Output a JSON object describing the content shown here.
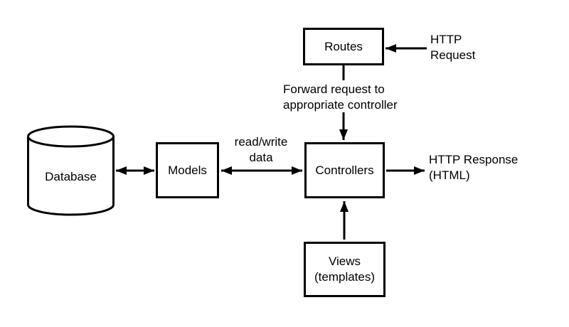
{
  "nodes": {
    "routes": {
      "label": "Routes"
    },
    "models": {
      "label": "Models"
    },
    "controllers": {
      "label": "Controllers"
    },
    "views": {
      "line1": "Views",
      "line2": "(templates)"
    },
    "database": {
      "label": "Database"
    }
  },
  "annotations": {
    "http_request": {
      "line1": "HTTP",
      "line2": "Request"
    },
    "forward_request": {
      "line1": "Forward request to",
      "line2": "appropriate controller"
    },
    "read_write": {
      "line1": "read/write",
      "line2": "data"
    },
    "http_response": {
      "line1": "HTTP Response",
      "line2": "(HTML)"
    }
  },
  "edges": [
    {
      "from": "http_request",
      "to": "routes",
      "type": "arrow"
    },
    {
      "from": "routes",
      "to": "controllers",
      "type": "arrow",
      "label": "Forward request to appropriate controller"
    },
    {
      "from": "database",
      "to": "models",
      "type": "double-arrow"
    },
    {
      "from": "models",
      "to": "controllers",
      "type": "double-arrow",
      "label": "read/write data"
    },
    {
      "from": "controllers",
      "to": "http_response",
      "type": "arrow"
    },
    {
      "from": "views",
      "to": "controllers",
      "type": "arrow"
    }
  ],
  "colors": {
    "line": "#000000",
    "background": "#ffffff",
    "text": "#000000"
  }
}
